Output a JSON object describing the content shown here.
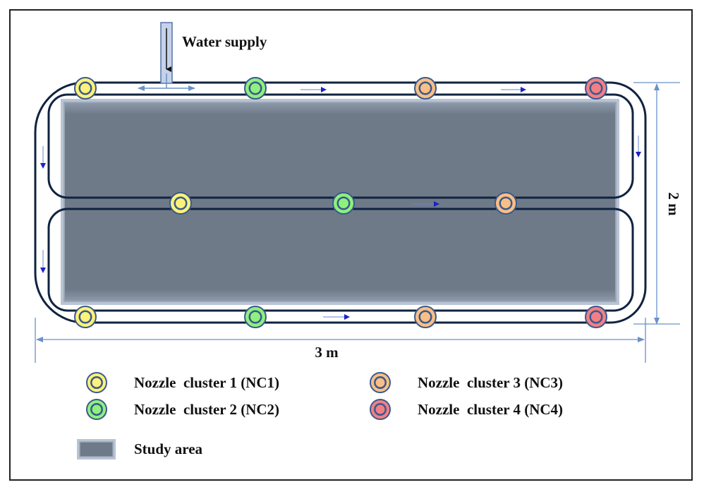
{
  "title_label": "Water supply",
  "dimensions": {
    "width_label": "3 m",
    "height_label": "2 m"
  },
  "colors": {
    "nc1": "#fff27a",
    "nc2": "#8ef07e",
    "nc3": "#f9bf86",
    "nc4": "#f27f86",
    "nozzle_ring": "#3a5a8c",
    "pipe": "#0f2340",
    "flow_arrow": "#1a22c8",
    "dimension_line": "#6a92c8",
    "study_area": "#6f7a89",
    "study_area_border": "#a9b6c8"
  },
  "nozzles": {
    "top_row": [
      "nc1",
      "nc2",
      "nc3",
      "nc4"
    ],
    "middle_row": [
      "nc1",
      "nc2",
      "nc3"
    ],
    "bottom_row": [
      "nc1",
      "nc2",
      "nc3",
      "nc4"
    ]
  },
  "legend": [
    {
      "key": "nc1",
      "label": "Nozzle  cluster 1 (NC1)"
    },
    {
      "key": "nc2",
      "label": "Nozzle  cluster 2 (NC2)"
    },
    {
      "key": "nc3",
      "label": "Nozzle  cluster 3 (NC3)"
    },
    {
      "key": "nc4",
      "label": "Nozzle  cluster 4 (NC4)"
    },
    {
      "key": "study_area",
      "label": "Study area"
    }
  ]
}
